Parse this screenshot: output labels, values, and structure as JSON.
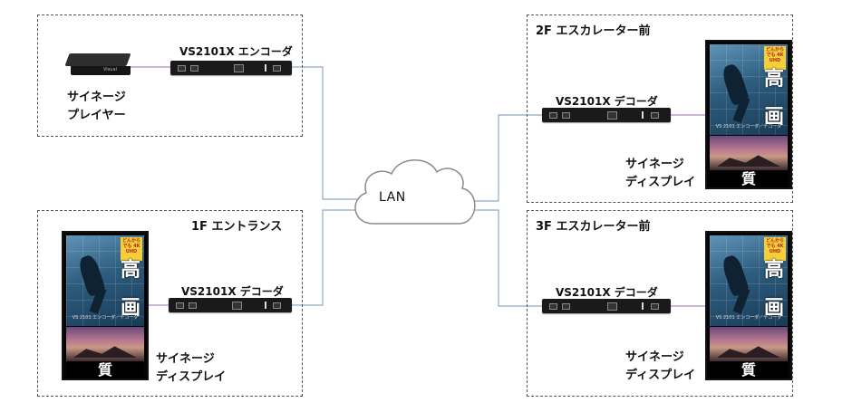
{
  "network": {
    "label": "LAN"
  },
  "source": {
    "encoder_label": "VS2101X エンコーダ",
    "player_caption_line1": "サイネージ",
    "player_caption_line2": "プレイヤー",
    "player_logo": "Visual"
  },
  "zones": [
    {
      "title": "1F エントランス",
      "decoder_label": "VS2101X デコーダ",
      "caption_line1": "サイネージ",
      "caption_line2": "ディスプレイ"
    },
    {
      "title": "2F エスカレーター前",
      "decoder_label": "VS2101X デコーダ",
      "caption_line1": "サイネージ",
      "caption_line2": "ディスプレイ"
    },
    {
      "title": "3F エスカレーター前",
      "decoder_label": "VS2101X デコーダ",
      "caption_line1": "サイネージ",
      "caption_line2": "ディスプレイ"
    }
  ],
  "signage_screen": {
    "kanji_1": "高",
    "kanji_2": "画",
    "kanji_3": "質",
    "badge": "どんからでも 4K UHD",
    "subtitle": "VS 2101 エンコーダ／デコーダ"
  },
  "colors": {
    "line": "#8fa9c4",
    "hdmi": "#b08bc0",
    "cloud_stroke": "#8a8a8a"
  }
}
